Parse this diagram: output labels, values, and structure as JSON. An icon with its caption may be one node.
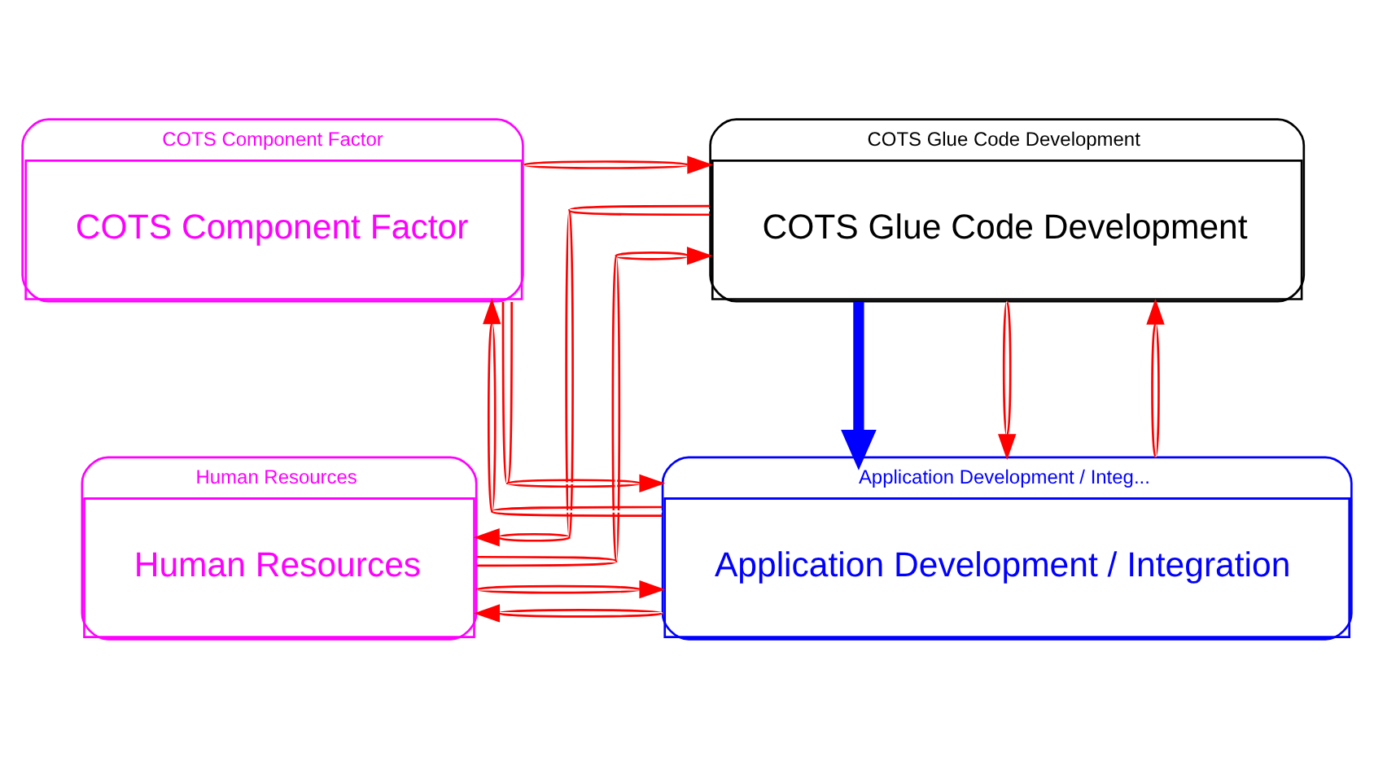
{
  "diagram": {
    "nodes": [
      {
        "text": [
          "COTS Glue Code Development",
          "COTS Glue Code Development"
        ]
      },
      {
        "text": [
          "COTS Component Factor",
          "COTS Component Factor"
        ]
      },
      {
        "text": [
          "Human Resources",
          "Human Resources"
        ]
      },
      {
        "text": [
          "Application Development / Integ...",
          "Application Development / Integration"
        ]
      }
    ],
    "edges": [
      {
        "from": 1,
        "to": 0,
        "arrow": "to"
      },
      {
        "from": 0,
        "to": 3,
        "arrow": "to",
        "style": "thick",
        "color": "#0000ff"
      },
      {
        "from": 0,
        "to": 3,
        "arrow": "to"
      },
      {
        "from": 3,
        "to": 0,
        "arrow": "to"
      },
      {
        "from": 3,
        "to": 1,
        "arrow": "to"
      },
      {
        "from": 1,
        "to": 3,
        "arrow": "to"
      },
      {
        "from": 2,
        "to": 0,
        "arrow": "to"
      },
      {
        "from": 0,
        "to": 2,
        "arrow": "to"
      },
      {
        "from": 3,
        "to": 2,
        "arrow": "to"
      },
      {
        "from": 2,
        "to": 3,
        "arrow": "to"
      }
    ]
  }
}
